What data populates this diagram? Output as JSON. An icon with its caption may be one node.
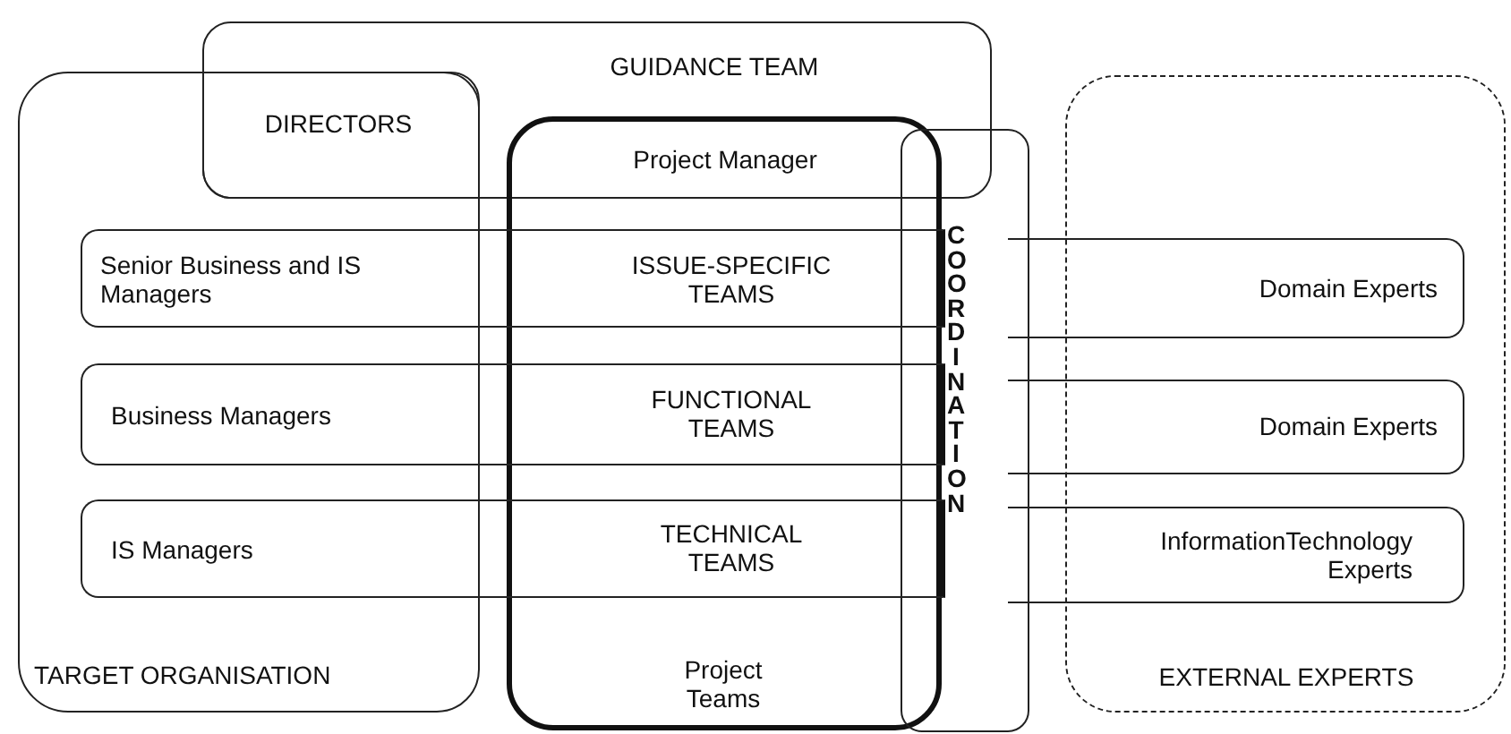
{
  "diagram": {
    "nodes": [
      {
        "text": [
          "GUIDANCE TEAM"
        ]
      },
      {
        "text": [
          "DIRECTORS"
        ]
      },
      {
        "text": [
          "TARGET ORGANISATION"
        ]
      },
      {
        "text": [
          "Project Teams"
        ]
      },
      {
        "text": [
          "Project Manager"
        ]
      },
      {
        "text": [
          "COORDINATION"
        ]
      },
      {
        "text": [
          "EXTERNAL EXPERTS"
        ]
      },
      {
        "text": [
          "Senior Business and IS Managers",
          "ISSUE-SPECIFIC TEAMS"
        ]
      },
      {
        "text": [
          "Domain Experts"
        ]
      },
      {
        "text": [
          "Business Managers",
          "FUNCTIONAL TEAMS"
        ]
      },
      {
        "text": [
          "Domain Experts"
        ]
      },
      {
        "text": [
          "IS Managers",
          "TECHNICAL TEAMS"
        ]
      },
      {
        "text": [
          "InformationTechnology Experts"
        ]
      }
    ]
  }
}
